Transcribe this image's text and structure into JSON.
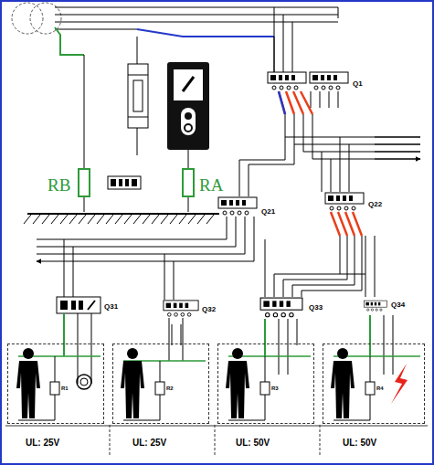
{
  "diagram": {
    "nodes": [
      {
        "text": [
          "R1"
        ]
      },
      {
        "text": [
          "R2"
        ]
      },
      {
        "text": [
          "R3"
        ]
      },
      {
        "text": [
          "R4"
        ]
      }
    ],
    "labels": [
      "Q1",
      "Q21",
      "Q22",
      "Q31",
      "Q32",
      "Q33",
      "Q34",
      "RB",
      "RA",
      "UL: 25V",
      "UL: 25V",
      "UL: 50V",
      "UL: 50V"
    ]
  }
}
